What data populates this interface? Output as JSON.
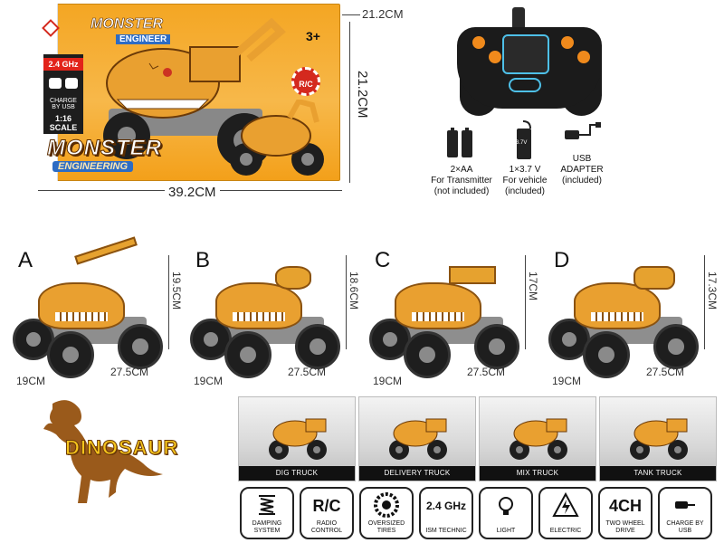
{
  "box": {
    "logo_top": "MONSTER",
    "logo_top_sub": "ENGINEER",
    "age": "3+",
    "frequency": "2.4 GHz",
    "scale": "1:16",
    "scale_sub": "SCALE",
    "charge": "CHARGE BY USB",
    "rc_badge": "R/C",
    "logo": "MONSTER",
    "logo_sub": "ENGINEERING",
    "depth_label": "21.2CM",
    "height_label": "21.2CM",
    "width_label": "39.2CM"
  },
  "accessories": [
    {
      "line1": "2×AA",
      "line2": "For Transmitter",
      "line3": "(not included)"
    },
    {
      "line1": "1×3.7 V",
      "line2": "For vehicle",
      "line3": "(included)",
      "battery_text": "3.7V"
    },
    {
      "line1": "USB",
      "line2": "ADAPTER",
      "line3": "(included)"
    }
  ],
  "variants": [
    {
      "letter": "A",
      "height": "19.5CM",
      "width": "19CM",
      "length": "27.5CM",
      "tool": "excavator"
    },
    {
      "letter": "B",
      "height": "18.6CM",
      "width": "19CM",
      "length": "27.5CM",
      "tool": "mixer"
    },
    {
      "letter": "C",
      "height": "17CM",
      "width": "19CM",
      "length": "27.5CM",
      "tool": "dump"
    },
    {
      "letter": "D",
      "height": "17.3CM",
      "width": "19CM",
      "length": "27.5CM",
      "tool": "tank"
    }
  ],
  "dinosaur_label": "DINOSAUR",
  "modes": [
    {
      "label": "DIG TRUCK"
    },
    {
      "label": "DELIVERY TRUCK"
    },
    {
      "label": "MIX TRUCK"
    },
    {
      "label": "TANK TRUCK"
    }
  ],
  "features": [
    {
      "icon_text": "",
      "icon": "spring-icon",
      "line1": "DAMPING",
      "line2": "SYSTEM"
    },
    {
      "icon_text": "R/C",
      "icon": "rc-icon",
      "line1": "RADIO",
      "line2": "CONTROL"
    },
    {
      "icon_text": "",
      "icon": "tire-icon",
      "line1": "OVERSIZED",
      "line2": "TIRES"
    },
    {
      "icon_text": "2.4 GHz",
      "icon": "ghz-icon",
      "line1": "ISM TECHNIC",
      "line2": ""
    },
    {
      "icon_text": "",
      "icon": "bulb-icon",
      "line1": "LIGHT",
      "line2": ""
    },
    {
      "icon_text": "",
      "icon": "electric-icon",
      "line1": "ELECTRIC",
      "line2": ""
    },
    {
      "icon_text": "4CH",
      "icon": "4ch-icon",
      "line1": "TWO WHEEL",
      "line2": "DRIVE"
    },
    {
      "icon_text": "",
      "icon": "usb-icon",
      "line1": "CHARGE BY",
      "line2": "USB"
    }
  ]
}
